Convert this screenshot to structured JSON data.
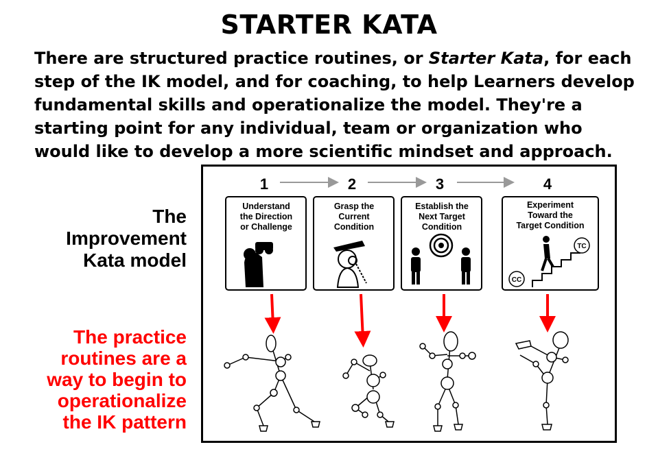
{
  "title": "STARTER KATA",
  "intro": {
    "before": "There are structured practice routines, or ",
    "emphasis": "Starter Kata",
    "after": ", for each step of the IK model, and for coaching, to help Learners develop fundamental skills and operationalize the model.  They're a starting point for any individual, team or organization who would like to develop a more scientific mindset and approach."
  },
  "side_labels": {
    "model_lines": [
      "The",
      "Improvement",
      "Kata model"
    ],
    "practice_lines": [
      "The practice",
      "routines are a",
      "way to begin to",
      "operationalize",
      "the IK pattern"
    ]
  },
  "steps": [
    {
      "number": "1",
      "lines": [
        "Understand",
        "the Direction",
        "or Challenge"
      ]
    },
    {
      "number": "2",
      "lines": [
        "Grasp the",
        "Current",
        "Condition"
      ]
    },
    {
      "number": "3",
      "lines": [
        "Establish the",
        "Next Target",
        "Condition"
      ]
    },
    {
      "number": "4",
      "lines": [
        "Experiment",
        "Toward the",
        "Target Condition"
      ]
    }
  ],
  "step4_tags": {
    "target": "TC",
    "current": "CC"
  },
  "colors": {
    "accent_red": "#ff0000",
    "text": "#000000",
    "arrow_gray": "#999999"
  }
}
